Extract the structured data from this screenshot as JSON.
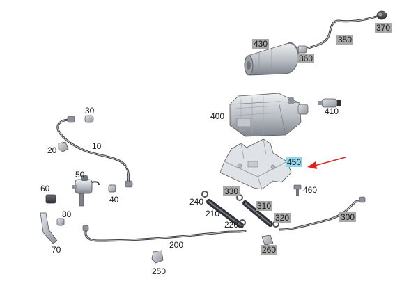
{
  "diagram": {
    "highlight_color": "#8fd6ec",
    "tag_color": "#a9a9a9",
    "arrow_color": "#e0231b",
    "parts": {
      "p10": "10",
      "p20": "20",
      "p30": "30",
      "p40": "40",
      "p50": "50",
      "p60": "60",
      "p70": "70",
      "p80": "80",
      "p200": "200",
      "p210": "210",
      "p220": "220",
      "p240": "240",
      "p250": "250",
      "p260": "260",
      "p300": "300",
      "p310": "310",
      "p320": "320",
      "p330": "330",
      "p350": "350",
      "p360": "360",
      "p370": "370",
      "p400": "400",
      "p410": "410",
      "p430": "430",
      "p450": "450",
      "p460": "460"
    }
  }
}
